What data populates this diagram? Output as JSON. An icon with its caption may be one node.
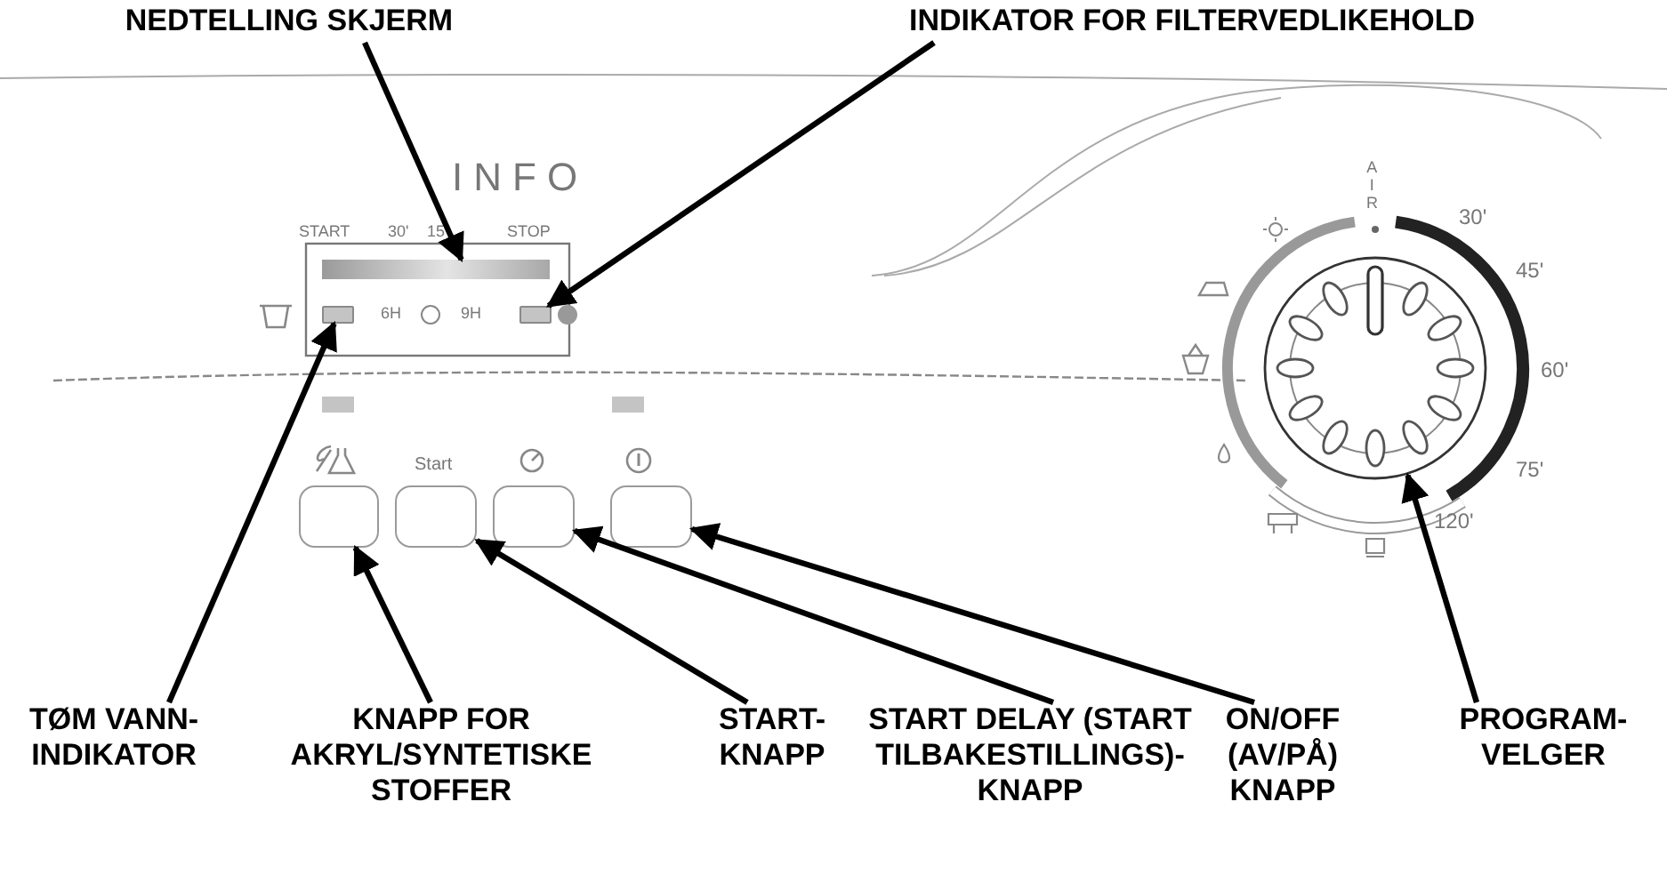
{
  "diagram": {
    "nodes": [
      {
        "text": [
          "NEDTELLING SKJERM"
        ]
      },
      {
        "text": [
          "INDIKATOR FOR FILTERVEDLIKEHOLD"
        ]
      },
      {
        "text": [],
        "shape": "bar"
      },
      {
        "text": [],
        "shape": "box"
      },
      {
        "text": [],
        "shape": "box"
      },
      {
        "text": [],
        "shape": "box"
      },
      {
        "text": [],
        "shape": "box"
      },
      {
        "text": [],
        "shape": "box"
      },
      {
        "text": [],
        "shape": "box"
      },
      {
        "text": [],
        "shape": "circle",
        "beside": [
          "AIR",
          "30'",
          "45'",
          "60'",
          "75'",
          "120'"
        ]
      },
      {
        "text": [
          "TØM VANN- INDIKATOR"
        ]
      },
      {
        "text": [
          "KNAPP FOR AKRYL/SYNTETISKE STOFFER"
        ]
      },
      {
        "text": [
          "START- KNAPP"
        ]
      },
      {
        "text": [
          "START DELAY (START TILBAKESTILLINGS)- KNAPP"
        ]
      },
      {
        "text": [
          "ON/OFF (AV/PÅ) KNAPP"
        ]
      },
      {
        "text": [
          "PROGRAM- VELGER"
        ]
      }
    ],
    "edges": [
      {
        "from": 0,
        "to": 2,
        "arrow": "to"
      },
      {
        "from": 1,
        "to": 3,
        "arrow": "to"
      },
      {
        "from": 10,
        "to": 4,
        "arrow": "to"
      },
      {
        "from": 11,
        "to": 5,
        "arrow": "to"
      },
      {
        "from": 12,
        "to": 6,
        "arrow": "to"
      },
      {
        "from": 13,
        "to": 7,
        "arrow": "to"
      },
      {
        "from": 14,
        "to": 8,
        "arrow": "to"
      },
      {
        "from": 15,
        "to": 9,
        "arrow": "to"
      }
    ],
    "labels": [
      "INFO",
      "START",
      "30'",
      "15'",
      "STOP",
      "6H",
      "9H",
      "Start"
    ]
  }
}
